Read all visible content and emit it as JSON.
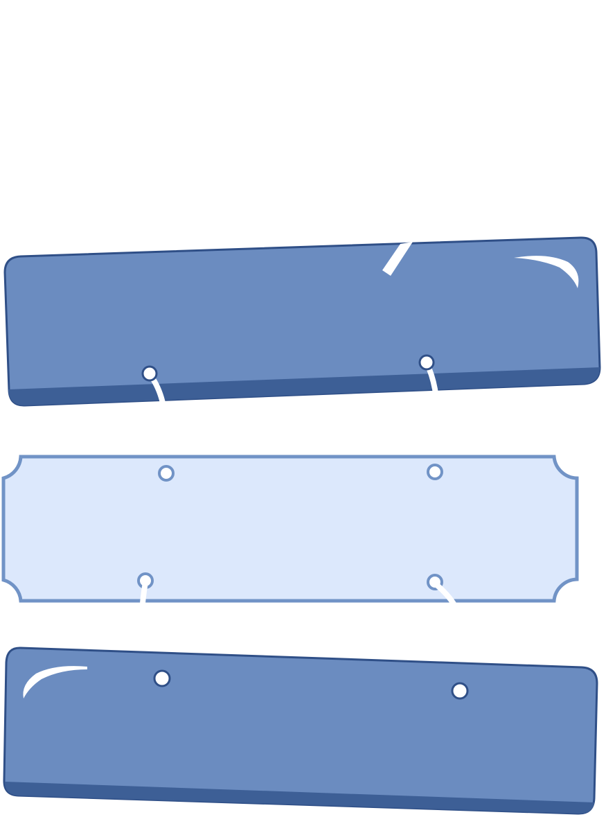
{
  "colors": {
    "background": "#ffffff",
    "board_fill": "#6b8cc0",
    "board_shadow": "#3d5f96",
    "board_outline": "#2f4f87",
    "sign_fill": "#dce8fc",
    "sign_outline": "#7193c6",
    "hook_and_rope": "#ffffff"
  },
  "elements": {
    "top_board": "top-hanging-board",
    "middle_sign": "middle-scalloped-sign",
    "bottom_board": "bottom-hanging-board"
  }
}
